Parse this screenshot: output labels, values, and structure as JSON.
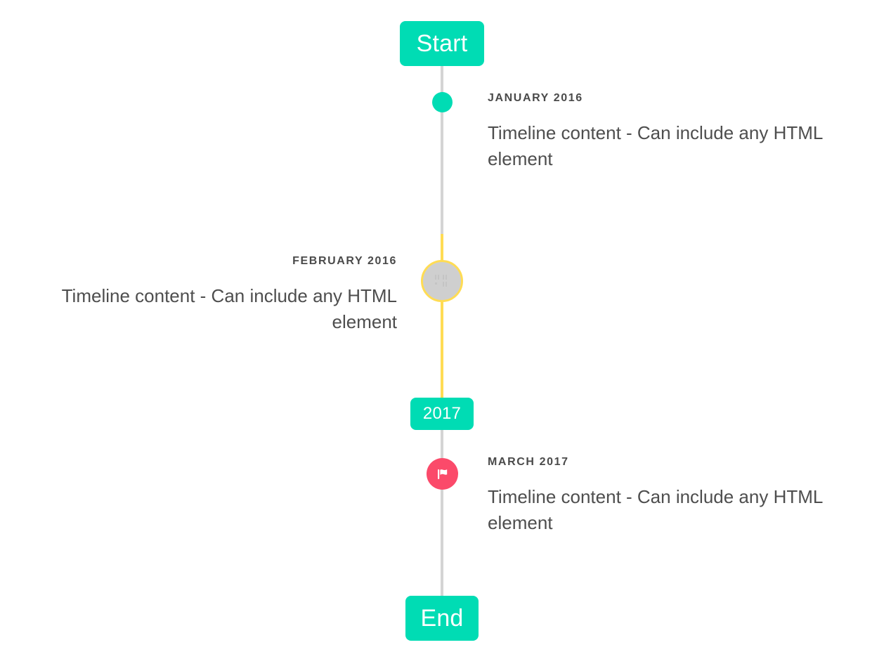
{
  "timeline": {
    "start_label": "Start",
    "mid_label": "2017",
    "end_label": "End",
    "colors": {
      "accent_teal": "#00DCB4",
      "rail_gray": "#D4D4D4",
      "rail_yellow": "#FFDC54",
      "marker_pink": "#FB4A6A",
      "marker_gray": "#CFCFCF",
      "text_dark": "#4E4E4E",
      "background": "#FFFFFF"
    },
    "entries": [
      {
        "date": "January 2016",
        "body": "Timeline content - Can include any HTML element",
        "side": "right",
        "marker": "teal-dot"
      },
      {
        "date": "February 2016",
        "body": "Timeline content - Can include any HTML element",
        "side": "left",
        "marker": "image-placeholder"
      },
      {
        "date": "March 2017",
        "body": "Timeline content - Can include any HTML element",
        "side": "right",
        "marker": "flag-icon"
      }
    ]
  }
}
